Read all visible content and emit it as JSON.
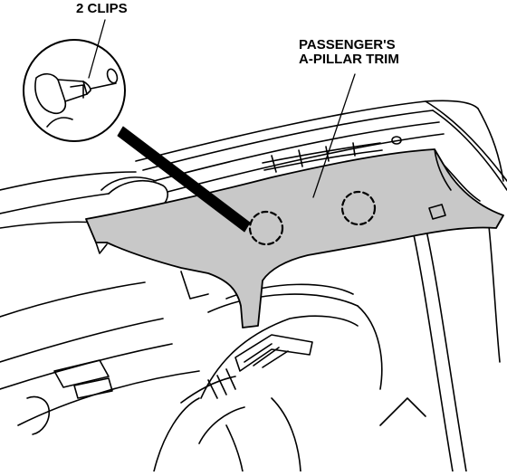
{
  "labels": {
    "clips": "2 CLIPS",
    "trim_line_1": "PASSENGER'S",
    "trim_line_2": "A-PILLAR TRIM"
  },
  "colors": {
    "line": "#000000",
    "trim_fill": "#c8c8c8",
    "background": "#ffffff"
  }
}
